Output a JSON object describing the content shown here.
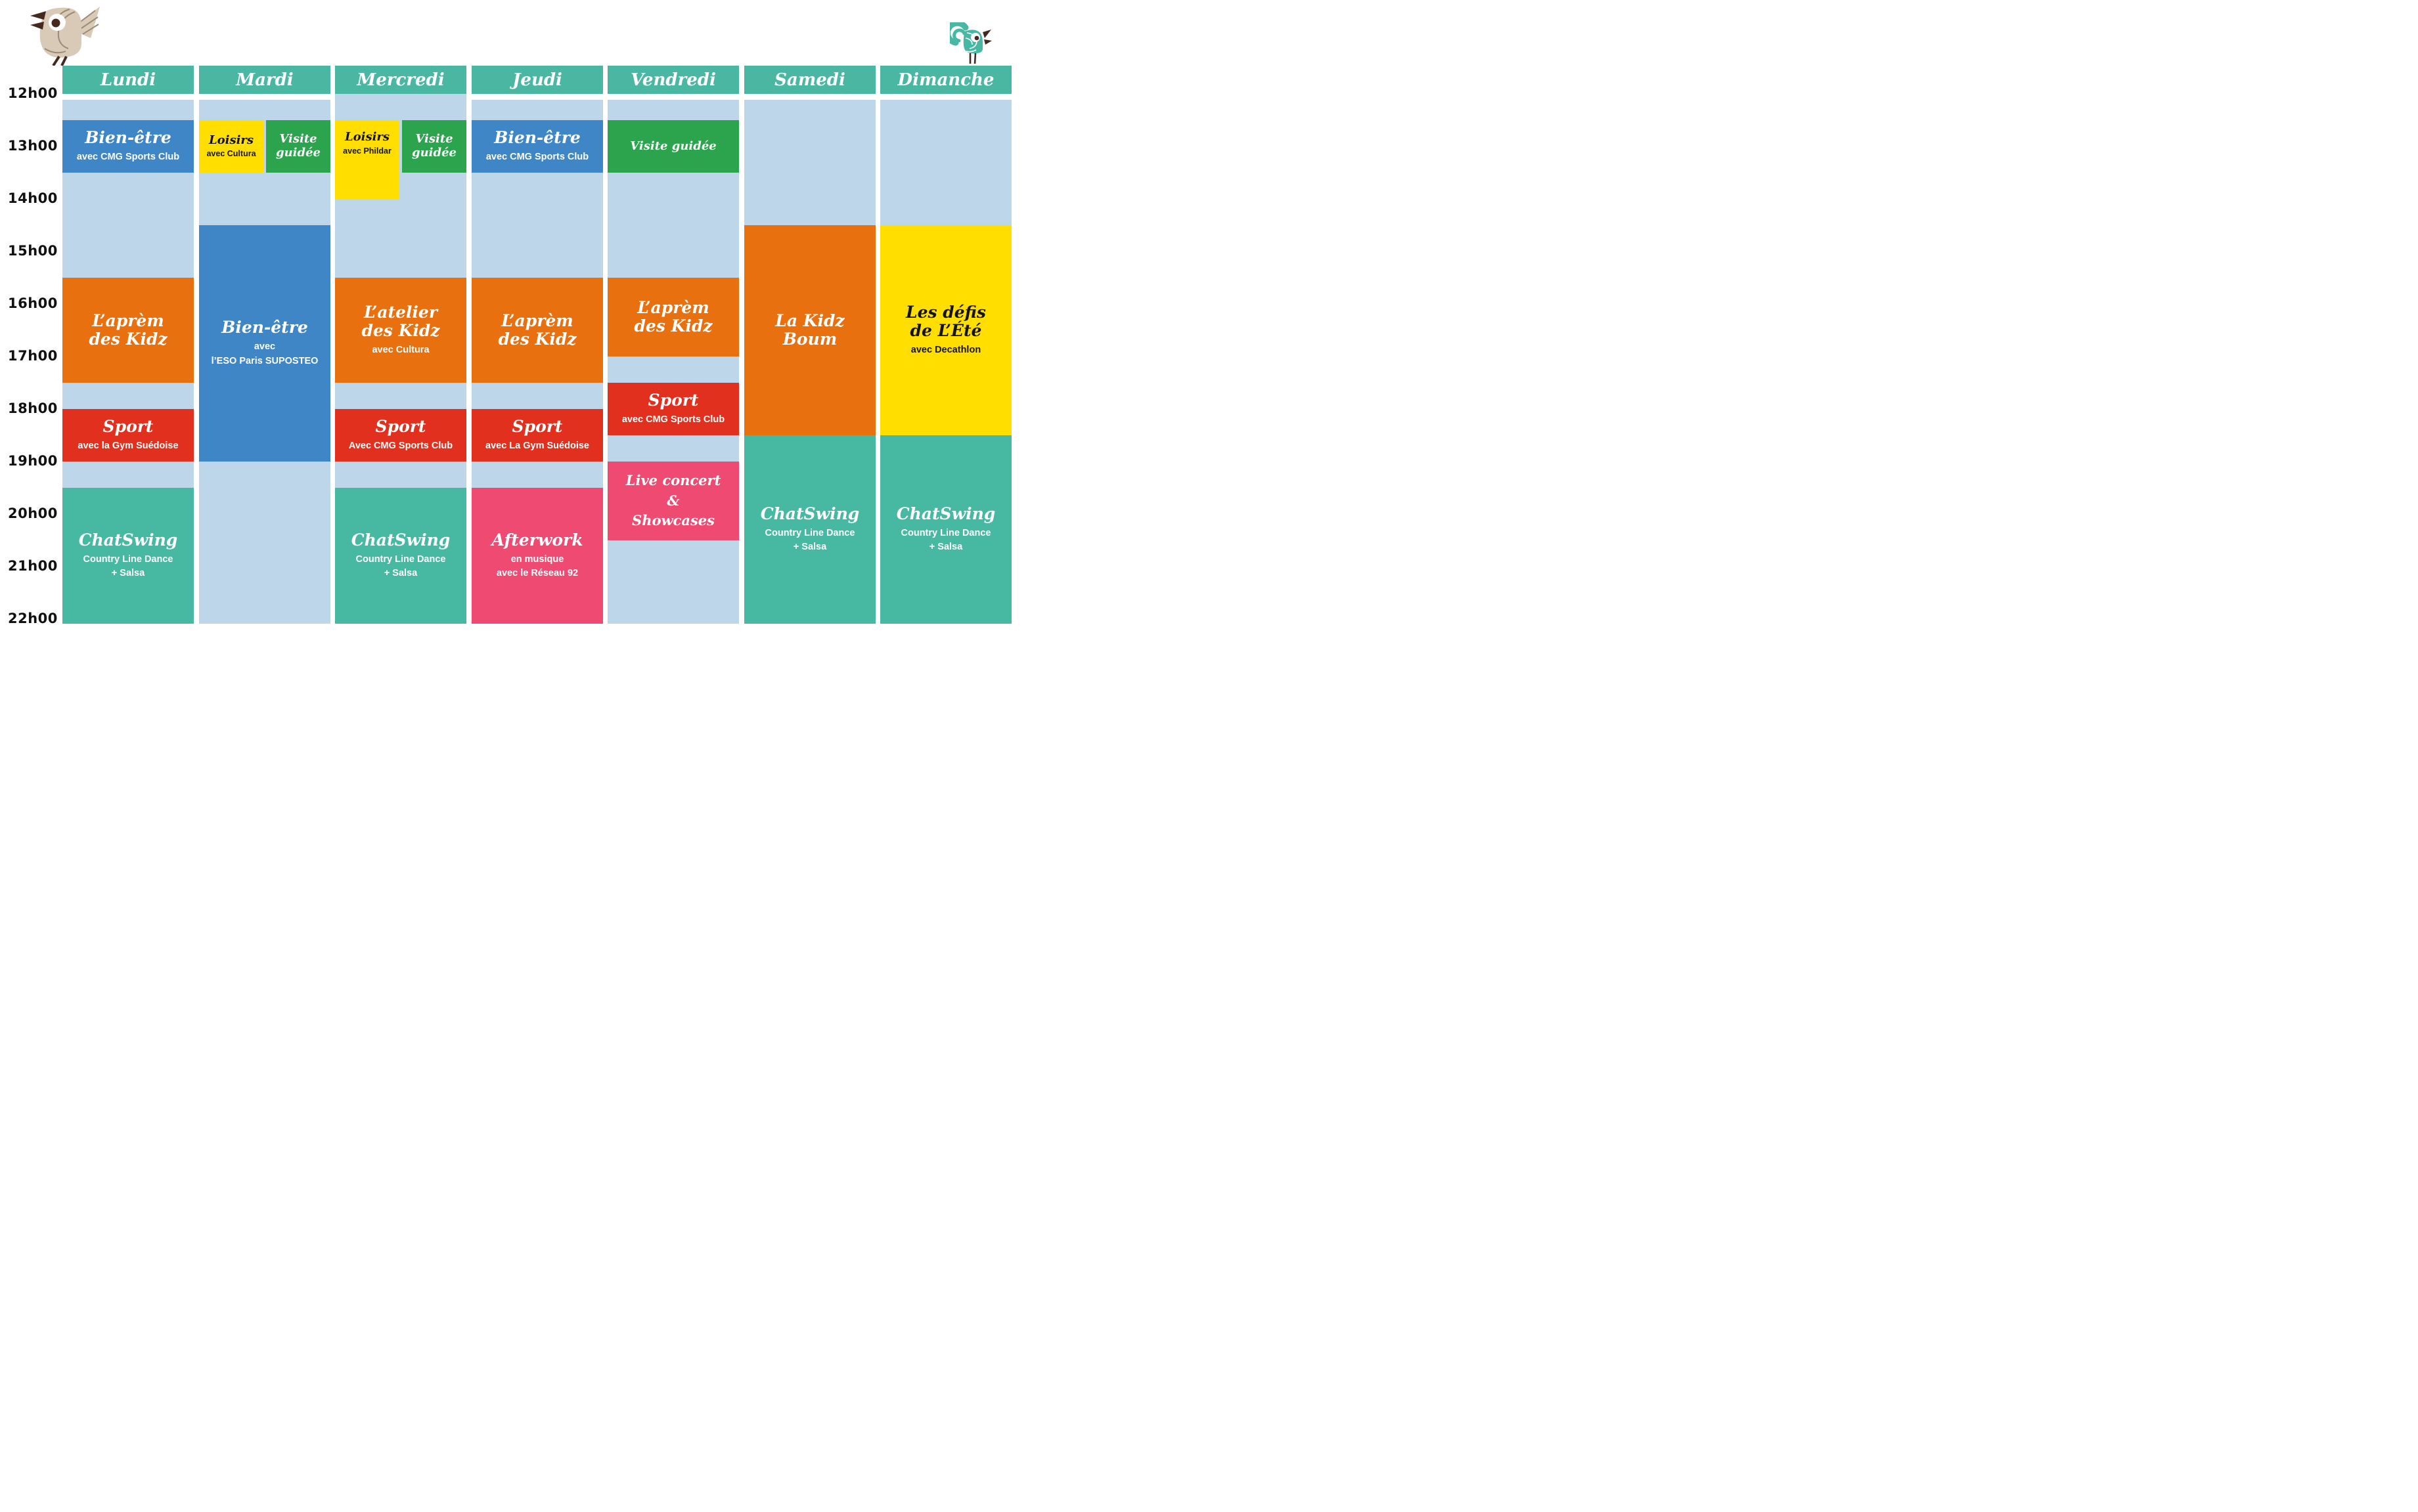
{
  "colors": {
    "header_teal": "#4AB7A3",
    "column_bg": "#BDD6E9",
    "blue": "#3E86C5",
    "orange": "#E8700F",
    "red": "#E1301D",
    "teal": "#47B9A2",
    "yellow": "#FFDE00",
    "green": "#2CA44E",
    "pink": "#EE4A72"
  },
  "decorations": {
    "left_bird": "beige-sparrow-illustration",
    "right_bird": "teal-rooster-illustration"
  },
  "time_axis": {
    "labels": [
      "12h00",
      "13h00",
      "14h00",
      "15h00",
      "16h00",
      "17h00",
      "18h00",
      "19h00",
      "20h00",
      "21h00",
      "22h00"
    ]
  },
  "days": [
    {
      "label": "Lundi",
      "events": [
        {
          "id": "bien-etre-lundi",
          "title_lines": [
            "Bien-être"
          ],
          "subtitle_lines": [
            "avec CMG Sports Club"
          ],
          "color": "blue",
          "text": "white",
          "start": 12.5,
          "end": 13.5,
          "span": "full",
          "size": "lg"
        },
        {
          "id": "aprem-des-kidz-lundi",
          "title_lines": [
            "L’aprèm",
            "des Kidz"
          ],
          "subtitle_lines": [],
          "color": "orange",
          "text": "white",
          "start": 15.5,
          "end": 17.5,
          "span": "full",
          "size": "lg"
        },
        {
          "id": "sport-lundi",
          "title_lines": [
            "Sport"
          ],
          "subtitle_lines": [
            "avec la Gym Suédoise"
          ],
          "color": "red",
          "text": "white",
          "start": 18,
          "end": 19,
          "span": "full",
          "size": "lg"
        },
        {
          "id": "chatswing-lundi",
          "title_lines": [
            "ChatSwing"
          ],
          "subtitle_lines": [
            "Country Line Dance",
            "+ Salsa"
          ],
          "color": "teal",
          "text": "white",
          "start": 19.5,
          "end": 22,
          "span": "full",
          "size": "lg"
        }
      ]
    },
    {
      "label": "Mardi",
      "events": [
        {
          "id": "loisirs-mardi",
          "title_lines": [
            "Loisirs"
          ],
          "subtitle_lines": [
            "avec Cultura"
          ],
          "color": "yellow",
          "text": "black",
          "start": 12.5,
          "end": 13.5,
          "span": "left",
          "size": "sm"
        },
        {
          "id": "visite-guidee-mardi",
          "title_lines": [
            "Visite",
            "guidée"
          ],
          "subtitle_lines": [],
          "color": "green",
          "text": "white",
          "start": 12.5,
          "end": 13.5,
          "span": "right",
          "size": "sm"
        },
        {
          "id": "bien-etre-mardi",
          "title_lines": [
            "Bien-être"
          ],
          "subtitle_lines": [
            "avec",
            "l’ESO Paris SUPOSTEO"
          ],
          "color": "blue",
          "text": "white",
          "start": 14.5,
          "end": 19,
          "span": "full",
          "size": "lg"
        }
      ]
    },
    {
      "label": "Mercredi",
      "events": [
        {
          "id": "loisirs-mercredi",
          "title_lines": [
            "Loisirs"
          ],
          "subtitle_lines": [
            "avec Phildar"
          ],
          "color": "yellow",
          "text": "black",
          "start": 12.5,
          "end": 14,
          "span": "left",
          "size": "sm",
          "valign": "top"
        },
        {
          "id": "visite-guidee-mercredi",
          "title_lines": [
            "Visite",
            "guidée"
          ],
          "subtitle_lines": [],
          "color": "green",
          "text": "white",
          "start": 12.5,
          "end": 13.5,
          "span": "right",
          "size": "sm"
        },
        {
          "id": "atelier-des-kidz-mercredi",
          "title_lines": [
            "L’atelier",
            "des Kidz"
          ],
          "subtitle_lines": [
            "avec Cultura"
          ],
          "color": "orange",
          "text": "white",
          "start": 15.5,
          "end": 17.5,
          "span": "full",
          "size": "lg"
        },
        {
          "id": "sport-mercredi",
          "title_lines": [
            "Sport"
          ],
          "subtitle_lines": [
            "Avec CMG Sports Club"
          ],
          "color": "red",
          "text": "white",
          "start": 18,
          "end": 19,
          "span": "full",
          "size": "lg"
        },
        {
          "id": "chatswing-mercredi",
          "title_lines": [
            "ChatSwing"
          ],
          "subtitle_lines": [
            "Country Line Dance",
            "+ Salsa"
          ],
          "color": "teal",
          "text": "white",
          "start": 19.5,
          "end": 22,
          "span": "full",
          "size": "lg"
        }
      ]
    },
    {
      "label": "Jeudi",
      "events": [
        {
          "id": "bien-etre-jeudi",
          "title_lines": [
            "Bien-être"
          ],
          "subtitle_lines": [
            "avec CMG Sports Club"
          ],
          "color": "blue",
          "text": "white",
          "start": 12.5,
          "end": 13.5,
          "span": "full",
          "size": "lg"
        },
        {
          "id": "aprem-des-kidz-jeudi",
          "title_lines": [
            "L’aprèm",
            "des Kidz"
          ],
          "subtitle_lines": [],
          "color": "orange",
          "text": "white",
          "start": 15.5,
          "end": 17.5,
          "span": "full",
          "size": "lg"
        },
        {
          "id": "sport-jeudi",
          "title_lines": [
            "Sport"
          ],
          "subtitle_lines": [
            "avec La Gym Suédoise"
          ],
          "color": "red",
          "text": "white",
          "start": 18,
          "end": 19,
          "span": "full",
          "size": "lg"
        },
        {
          "id": "afterwork-jeudi",
          "title_lines": [
            "Afterwork"
          ],
          "subtitle_lines": [
            "en musique",
            "avec le Réseau 92"
          ],
          "color": "pink",
          "text": "white",
          "start": 19.5,
          "end": 22,
          "span": "full",
          "size": "lg"
        }
      ]
    },
    {
      "label": "Vendredi",
      "events": [
        {
          "id": "visite-guidee-vendredi",
          "title_lines": [
            "Visite guidée"
          ],
          "subtitle_lines": [],
          "color": "green",
          "text": "white",
          "start": 12.5,
          "end": 13.5,
          "span": "full",
          "size": "sm"
        },
        {
          "id": "aprem-des-kidz-vendredi",
          "title_lines": [
            "L’aprèm",
            "des Kidz"
          ],
          "subtitle_lines": [],
          "color": "orange",
          "text": "white",
          "start": 15.5,
          "end": 17,
          "span": "full",
          "size": "lg"
        },
        {
          "id": "sport-vendredi",
          "title_lines": [
            "Sport"
          ],
          "subtitle_lines": [
            "avec CMG Sports Club"
          ],
          "color": "red",
          "text": "white",
          "start": 17.5,
          "end": 18.5,
          "span": "full",
          "size": "lg"
        },
        {
          "id": "live-concert-vendredi",
          "title_lines": [
            "Live concert",
            "&",
            "Showcases"
          ],
          "subtitle_lines": [],
          "color": "pink",
          "text": "white",
          "start": 19,
          "end": 20.5,
          "span": "full",
          "size": "md"
        }
      ]
    },
    {
      "label": "Samedi",
      "events": [
        {
          "id": "la-kidz-boum-samedi",
          "title_lines": [
            "La Kidz Boum"
          ],
          "subtitle_lines": [],
          "color": "orange",
          "text": "white",
          "start": 14.5,
          "end": 18.5,
          "span": "full",
          "size": "lg"
        },
        {
          "id": "chatswing-samedi",
          "title_lines": [
            "ChatSwing"
          ],
          "subtitle_lines": [
            "Country Line Dance",
            "+ Salsa"
          ],
          "color": "teal",
          "text": "white",
          "start": 18.5,
          "end": 22,
          "span": "full",
          "size": "lg"
        }
      ]
    },
    {
      "label": "Dimanche",
      "events": [
        {
          "id": "les-defis-de-l-ete-dimanche",
          "title_lines": [
            "Les défis",
            "de L’Été"
          ],
          "subtitle_lines": [
            "avec Decathlon"
          ],
          "color": "yellow",
          "text": "black",
          "start": 14.5,
          "end": 18.5,
          "span": "full",
          "size": "lg"
        },
        {
          "id": "chatswing-dimanche",
          "title_lines": [
            "ChatSwing"
          ],
          "subtitle_lines": [
            "Country Line Dance",
            "+ Salsa"
          ],
          "color": "teal",
          "text": "white",
          "start": 18.5,
          "end": 22,
          "span": "full",
          "size": "lg"
        }
      ]
    }
  ]
}
